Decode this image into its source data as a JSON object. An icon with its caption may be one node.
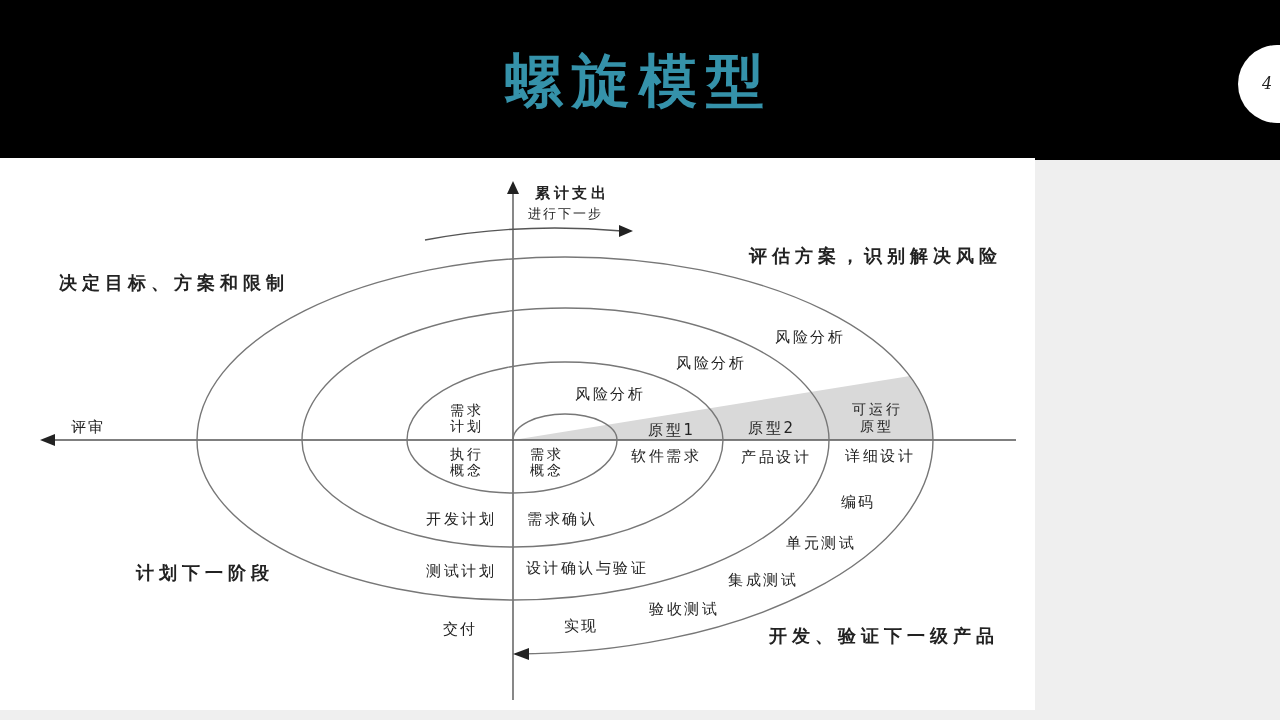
{
  "diagram": {
    "title": "螺旋模型",
    "nodes": [
      {
        "text": [
          "4"
        ]
      }
    ],
    "labels": [
      "累计支出",
      "进行下一步",
      "评估方案，识别解决风险",
      "决定目标、方案和限制",
      "风险分析",
      "风险分析",
      "风险分析",
      "可运行原型",
      "需求计划",
      "评审",
      "原型2",
      "原型1",
      "执行概念",
      "需求概念",
      "软件需求",
      "产品设计",
      "详细设计",
      "编码",
      "开发计划",
      "需求确认",
      "单元测试",
      "测试计划",
      "设计确认与验证",
      "计划下一阶段",
      "集成测试",
      "验收测试",
      "交付",
      "实现",
      "开发、验证下一级产品"
    ]
  }
}
